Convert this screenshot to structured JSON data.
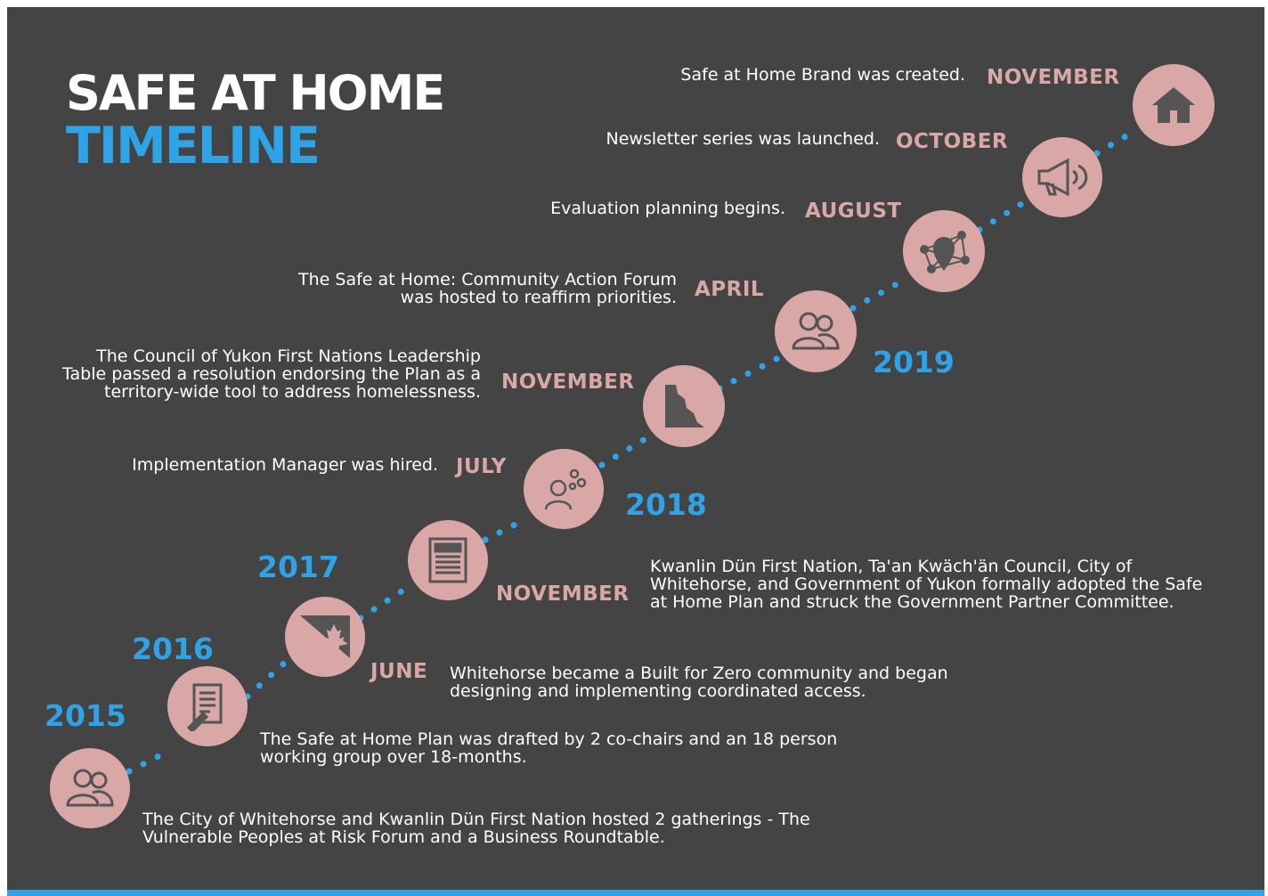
{
  "title": {
    "line1": "SAFE AT HOME",
    "line2": "TIMELINE"
  },
  "colors": {
    "background": "#444444",
    "accent": "#2ea3e8",
    "node": "#d9a8a6",
    "text": "#ffffff"
  },
  "years": {
    "y2015": "2015",
    "y2016": "2016",
    "y2017": "2017",
    "y2018": "2018",
    "y2019": "2019"
  },
  "events": [
    {
      "icon": "people-icon",
      "month": "",
      "text": "The City of Whitehorse and Kwanlin Dün First Nation hosted 2 gatherings - The Vulnerable Peoples at Risk Forum and a Business Roundtable."
    },
    {
      "icon": "document-pen-icon",
      "month": "",
      "text": "The Safe at Home Plan was drafted by 2 co-chairs and an 18 person working group over 18-months."
    },
    {
      "icon": "canada-flag-icon",
      "month": "JUNE",
      "text": "Whitehorse became a Built for Zero community and began designing and implementing coordinated access."
    },
    {
      "icon": "newspaper-icon",
      "month": "NOVEMBER",
      "text": "Kwanlin Dün First Nation, Ta'an Kwäch'än Council, City of Whitehorse, and Government of Yukon formally adopted the Safe at Home Plan and struck the Government Partner Committee."
    },
    {
      "icon": "manager-gears-icon",
      "month": "JULY",
      "text": "Implementation Manager was hired."
    },
    {
      "icon": "yukon-map-icon",
      "month": "NOVEMBER",
      "text": "The Council of Yukon First Nations Leadership Table passed a resolution endorsing the Plan as a territory-wide tool to address homelessness."
    },
    {
      "icon": "people-icon",
      "month": "APRIL",
      "text": "The Safe at Home: Community Action Forum was hosted to reaffirm priorities."
    },
    {
      "icon": "network-location-icon",
      "month": "AUGUST",
      "text": "Evaluation planning begins."
    },
    {
      "icon": "megaphone-icon",
      "month": "OCTOBER",
      "text": "Newsletter series was launched."
    },
    {
      "icon": "house-icon",
      "month": "NOVEMBER",
      "text": "Safe at Home Brand was created."
    }
  ]
}
